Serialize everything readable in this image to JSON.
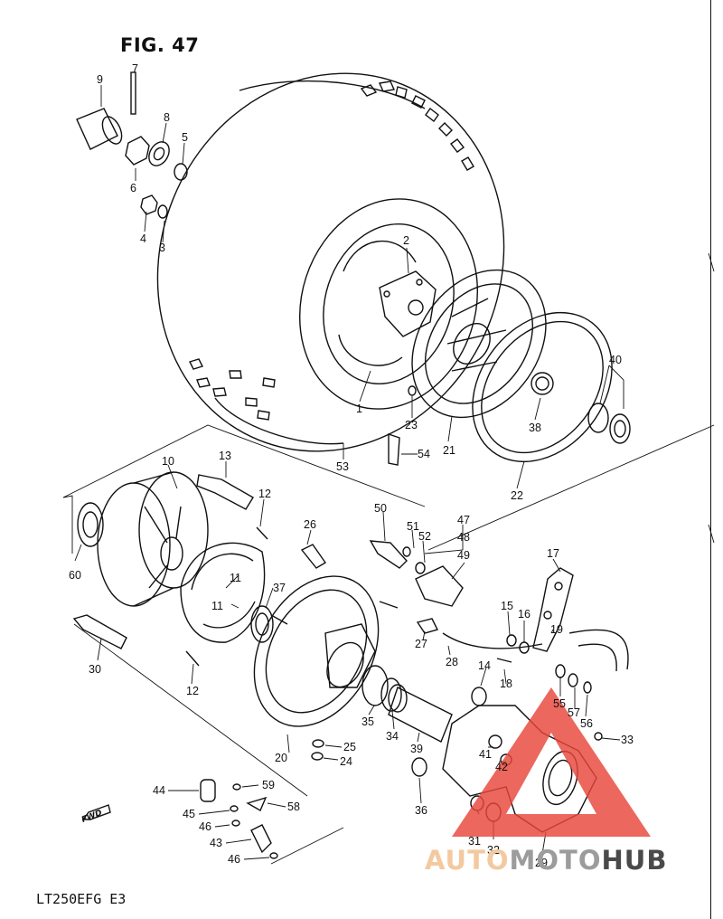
{
  "figure": {
    "title": "FIG. 47",
    "model": "LT250EFG E3",
    "fwd_label": "FWD"
  },
  "watermark": {
    "part_auto": "AUTO",
    "part_moto": "MOTO",
    "part_hub": "HUB",
    "colors": {
      "triangle": "#e8463a",
      "text_light": "#f3c9a0",
      "text_mid": "#9c9c9c",
      "text_dark": "#4a4a4a"
    }
  },
  "callouts": {
    "n1": "1",
    "n2": "2",
    "n3": "3",
    "n4": "4",
    "n5": "5",
    "n6": "6",
    "n7": "7",
    "n8": "8",
    "n9": "9",
    "n10": "10",
    "n11a": "11",
    "n11b": "11",
    "n12a": "12",
    "n12b": "12",
    "n13": "13",
    "n14": "14",
    "n15": "15",
    "n16": "16",
    "n17": "17",
    "n18": "18",
    "n19": "19",
    "n20": "20",
    "n21": "21",
    "n22": "22",
    "n23": "23",
    "n24": "24",
    "n25": "25",
    "n26": "26",
    "n27": "27",
    "n28": "28",
    "n29": "29",
    "n30": "30",
    "n31": "31",
    "n32": "32",
    "n33": "33",
    "n34": "34",
    "n35": "35",
    "n36": "36",
    "n37": "37",
    "n38": "38",
    "n39": "39",
    "n40": "40",
    "n41": "41",
    "n42": "42",
    "n43": "43",
    "n44": "44",
    "n45": "45",
    "n46a": "46",
    "n46b": "46",
    "n47": "47",
    "n48": "48",
    "n49": "49",
    "n50": "50",
    "n51": "51",
    "n52": "52",
    "n53": "53",
    "n54": "54",
    "n55": "55",
    "n56": "56",
    "n57": "57",
    "n58": "58",
    "n59": "59",
    "n60": "60"
  }
}
